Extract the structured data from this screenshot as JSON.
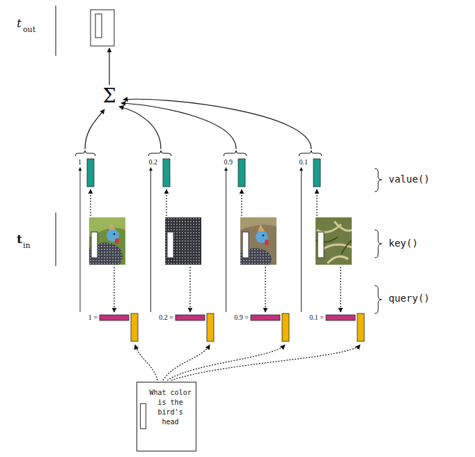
{
  "diagram": {
    "nodes": [
      {
        "text": [
          "What color is the bird's head"
        ]
      }
    ],
    "labels": [
      "t",
      "out",
      "Σ",
      "1",
      "0.2",
      "0.9",
      "0.1",
      "value()",
      "t",
      "in",
      "key()",
      "1 =",
      "0.2 =",
      "0.9 =",
      "0.1 =",
      "query()"
    ]
  }
}
